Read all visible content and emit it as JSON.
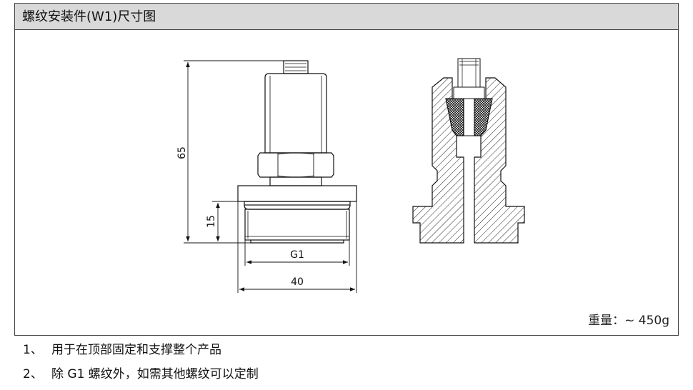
{
  "panel": {
    "title": "螺纹安装件(W1)尺寸图",
    "weight_label": "重量：~ 450g"
  },
  "dimensions": {
    "height_total": "65",
    "thread_height": "15",
    "thread_label": "G1",
    "width": "40"
  },
  "notes": [
    {
      "num": "1、",
      "text": "用于在顶部固定和支撑整个产品"
    },
    {
      "num": "2、",
      "text": "除 G1 螺纹外，如需其他螺纹可以定制"
    }
  ]
}
